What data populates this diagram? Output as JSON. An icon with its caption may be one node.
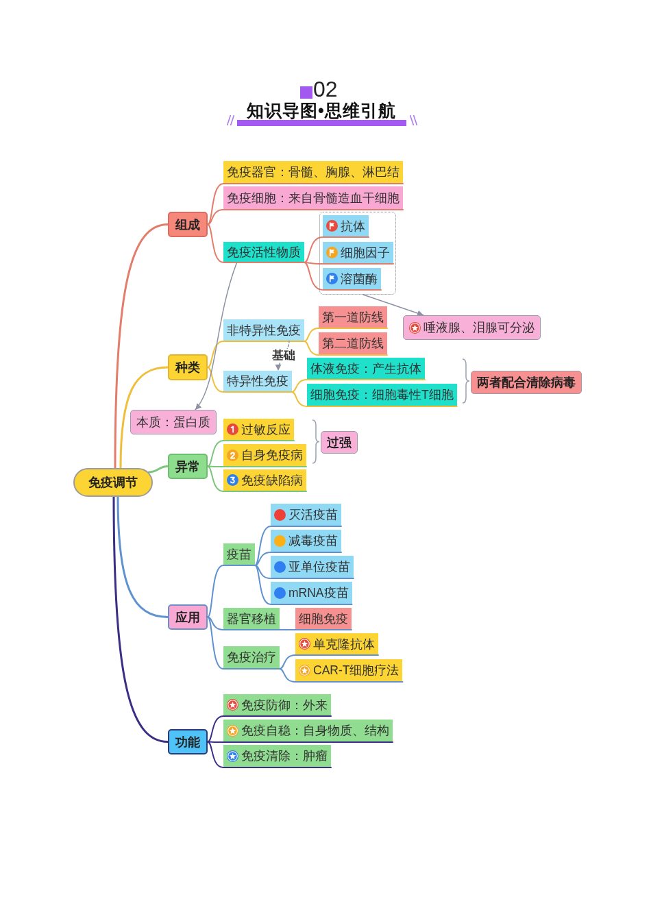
{
  "diagram": {
    "title": "知识导图•思维引航",
    "nodes": [
      {
        "text": [
          "免疫调节"
        ]
      },
      {
        "text": [
          "组成"
        ]
      },
      {
        "text": [
          "免疫器官：骨髓、胸腺、淋巴结"
        ]
      },
      {
        "text": [
          "免疫细胞：来自骨髓造血干细胞"
        ]
      },
      {
        "text": [
          "免疫活性物质"
        ]
      },
      {
        "text": [],
        "shape": "box"
      },
      {
        "text": [
          "抗体"
        ],
        "in": 5
      },
      {
        "text": [
          "细胞因子"
        ],
        "in": 5
      },
      {
        "text": [
          "溶菌酶"
        ],
        "in": 5
      },
      {
        "text": [
          "种类"
        ]
      },
      {
        "text": [
          "非特异性免疫"
        ]
      },
      {
        "text": [
          "第一道防线"
        ]
      },
      {
        "text": [
          "第二道防线"
        ]
      },
      {
        "text": [
          "唾液腺、泪腺可分泌"
        ]
      },
      {
        "text": [
          "特异性免疫"
        ]
      },
      {
        "text": [
          "体液免疫：产生抗体"
        ]
      },
      {
        "text": [
          "细胞免疫：细胞毒性T细胞"
        ]
      },
      {
        "text": [
          "两者配合清除病毒"
        ]
      },
      {
        "text": [
          "本质：蛋白质"
        ]
      },
      {
        "text": [
          "异常"
        ]
      },
      {
        "text": [
          "过敏反应"
        ]
      },
      {
        "text": [
          "自身免疫病"
        ]
      },
      {
        "text": [
          "免疫缺陷病"
        ]
      },
      {
        "text": [
          "过强"
        ]
      },
      {
        "text": [
          "应用"
        ]
      },
      {
        "text": [
          "疫苗"
        ]
      },
      {
        "text": [
          "灭活疫苗"
        ]
      },
      {
        "text": [
          "减毒疫苗"
        ]
      },
      {
        "text": [
          "亚单位疫苗"
        ]
      },
      {
        "text": [
          "mRNA疫苗"
        ]
      },
      {
        "text": [
          "器官移植"
        ]
      },
      {
        "text": [
          "细胞免疫"
        ]
      },
      {
        "text": [
          "免疫治疗"
        ]
      },
      {
        "text": [
          "单克隆抗体"
        ]
      },
      {
        "text": [
          "CAR-T细胞疗法"
        ]
      },
      {
        "text": [
          "功能"
        ]
      },
      {
        "text": [
          "免疫防御：外来"
        ]
      },
      {
        "text": [
          "免疫自稳：自身物质、结构"
        ]
      },
      {
        "text": [
          "免疫清除：肿瘤"
        ]
      }
    ],
    "edges": [
      {
        "from": 0,
        "to": 1,
        "arrow": "none",
        "color": "#e37c6b"
      },
      {
        "from": 1,
        "to": 2,
        "arrow": "none",
        "color": "#e37c6b"
      },
      {
        "from": 1,
        "to": 3,
        "arrow": "none",
        "color": "#e37c6b"
      },
      {
        "from": 1,
        "to": 4,
        "arrow": "none",
        "color": "#e37c6b"
      },
      {
        "from": 4,
        "to": 6,
        "arrow": "none",
        "color": "#e37c6b"
      },
      {
        "from": 4,
        "to": 7,
        "arrow": "none",
        "color": "#e37c6b"
      },
      {
        "from": 4,
        "to": 8,
        "arrow": "none",
        "color": "#e37c6b"
      },
      {
        "from": 0,
        "to": 9,
        "arrow": "none",
        "color": "#efbf3a"
      },
      {
        "from": 9,
        "to": 10,
        "arrow": "none",
        "color": "#efbf3a"
      },
      {
        "from": 9,
        "to": 14,
        "arrow": "none",
        "color": "#efbf3a"
      },
      {
        "from": 10,
        "to": 11,
        "arrow": "none",
        "color": "#efbf3a"
      },
      {
        "from": 10,
        "to": 12,
        "arrow": "none",
        "color": "#efbf3a"
      },
      {
        "from": 14,
        "to": 15,
        "arrow": "none",
        "color": "#efbf3a"
      },
      {
        "from": 14,
        "to": 16,
        "arrow": "none",
        "color": "#efbf3a"
      },
      {
        "from": 0,
        "to": 19,
        "arrow": "none",
        "color": "#7cc57c"
      },
      {
        "from": 19,
        "to": 20,
        "arrow": "none",
        "color": "#7cc57c"
      },
      {
        "from": 19,
        "to": 21,
        "arrow": "none",
        "color": "#7cc57c"
      },
      {
        "from": 19,
        "to": 22,
        "arrow": "none",
        "color": "#7cc57c"
      },
      {
        "from": 0,
        "to": 24,
        "arrow": "none",
        "color": "#5f92cf"
      },
      {
        "from": 24,
        "to": 25,
        "arrow": "none",
        "color": "#5f92cf"
      },
      {
        "from": 24,
        "to": 30,
        "arrow": "none",
        "color": "#5f92cf"
      },
      {
        "from": 24,
        "to": 32,
        "arrow": "none",
        "color": "#5f92cf"
      },
      {
        "from": 25,
        "to": 26,
        "arrow": "none",
        "color": "#5f92cf"
      },
      {
        "from": 25,
        "to": 27,
        "arrow": "none",
        "color": "#5f92cf"
      },
      {
        "from": 25,
        "to": 28,
        "arrow": "none",
        "color": "#5f92cf"
      },
      {
        "from": 25,
        "to": 29,
        "arrow": "none",
        "color": "#5f92cf"
      },
      {
        "from": 30,
        "to": 31,
        "arrow": "none",
        "color": "#5f92cf"
      },
      {
        "from": 32,
        "to": 33,
        "arrow": "none",
        "color": "#5f92cf"
      },
      {
        "from": 32,
        "to": 34,
        "arrow": "none",
        "color": "#5f92cf"
      },
      {
        "from": 0,
        "to": 35,
        "arrow": "none",
        "color": "#3b2f85"
      },
      {
        "from": 35,
        "to": 36,
        "arrow": "none",
        "color": "#3b2f85"
      },
      {
        "from": 35,
        "to": 37,
        "arrow": "none",
        "color": "#3b2f85"
      },
      {
        "from": 35,
        "to": 38,
        "arrow": "none",
        "color": "#3b2f85"
      },
      {
        "from": 4,
        "to": 18,
        "arrow": "to",
        "color": "#8c92a3"
      },
      {
        "from": 10,
        "to": 14,
        "arrow": "to",
        "label": "基础",
        "style": "dashed",
        "color": "#8c92a3"
      },
      {
        "from": 5,
        "to": 13,
        "arrow": "to",
        "color": "#8c92a3"
      }
    ],
    "labels": [
      "02"
    ]
  }
}
